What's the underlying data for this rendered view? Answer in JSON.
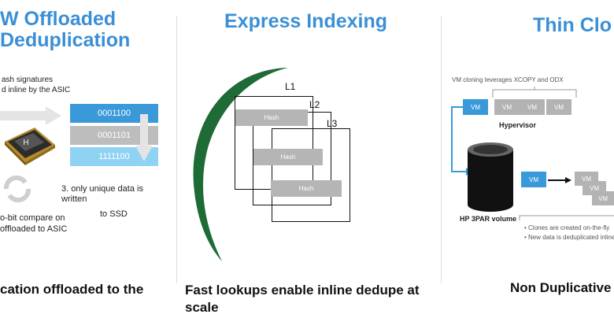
{
  "left": {
    "title_line1": "W Offloaded",
    "title_line2": "Deduplication",
    "step1_line1": "ash  signatures",
    "step1_line2": "d inline by  the ASIC",
    "signatures": [
      "0001100",
      "0001101",
      "1111100"
    ],
    "step3_line1": "3. only unique data is",
    "step3_line2": "written",
    "step3_line3": "to SSD",
    "step2_line1": "o-bit compare on",
    "step2_line2": "offloaded to ASIC",
    "caption": "cation offloaded to  the"
  },
  "middle": {
    "title": "Express Indexing",
    "levels": [
      "L1",
      "L2",
      "L3"
    ],
    "hash_label": "Hash",
    "caption_line1": "Fast lookups enable inline dedupe at",
    "caption_line2": "scale"
  },
  "right": {
    "title": "Thin Clo",
    "note": "VM cloning leverages XCOPY and ODX",
    "vm_label": "VM",
    "hypervisor": "Hypervisor",
    "volume": "HP 3PAR volume",
    "bullet1": "• Clones are created on-the-fly",
    "bullet2": "• New data is deduplicated inline",
    "caption": "Non Duplicative"
  },
  "colors": {
    "accent_blue": "#3a8fd6",
    "sig_dark": "#3a9ad9",
    "sig_gray": "#bdbdbd",
    "sig_light": "#8fd3f4",
    "arc_green": "#1e6b35",
    "vm_gray": "#b3b3b3"
  }
}
